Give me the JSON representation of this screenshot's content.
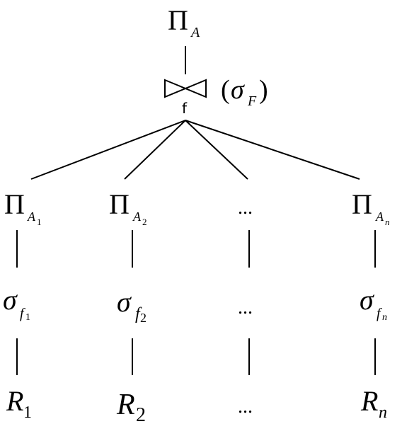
{
  "colors": {
    "ink": "#000000",
    "background": "#ffffff"
  },
  "top": {
    "projection_symbol": "Π",
    "projection_subscript": "A",
    "join_label": "f",
    "selection_open": "(",
    "selection_symbol": "σ",
    "selection_subscript": "F",
    "selection_close": ")"
  },
  "columns": [
    {
      "projection": {
        "symbol": "Π",
        "sub": "A",
        "subsub": "1"
      },
      "selection": {
        "symbol": "σ",
        "sub": "f",
        "subsub": "1"
      },
      "relation": {
        "symbol": "R",
        "sub": "1"
      }
    },
    {
      "projection": {
        "symbol": "Π",
        "sub": "A",
        "subsub": "2"
      },
      "selection": {
        "symbol": "σ",
        "sub": "f",
        "subsub": "2"
      },
      "relation": {
        "symbol": "R",
        "sub": "2"
      }
    },
    {
      "ellipsis": "..."
    },
    {
      "projection": {
        "symbol": "Π",
        "sub": "A",
        "subsub": "n"
      },
      "selection": {
        "symbol": "σ",
        "sub": "f",
        "subsub": "n"
      },
      "relation": {
        "symbol": "R",
        "sub": "n"
      }
    }
  ]
}
